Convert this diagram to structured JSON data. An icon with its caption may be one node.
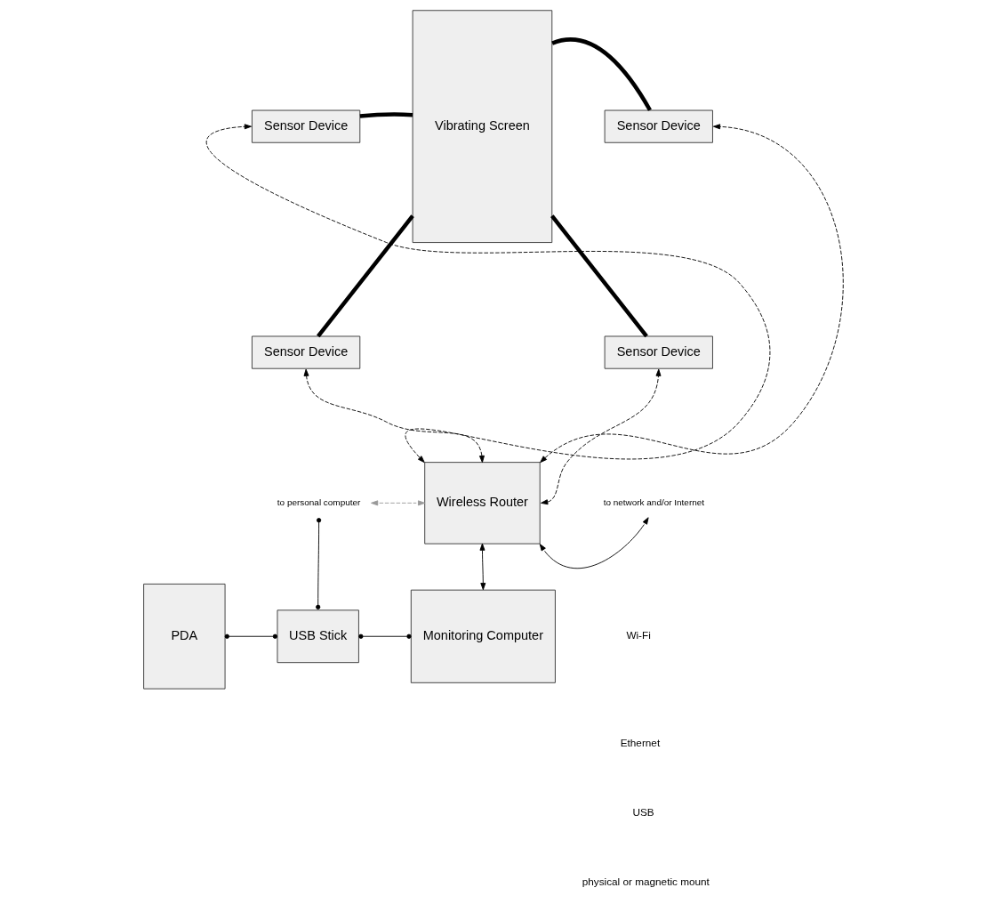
{
  "diagram": {
    "nodes": [
      {
        "text": [
          "Vibrating Screen"
        ]
      },
      {
        "text": [
          "Sensor Device"
        ]
      },
      {
        "text": [
          "Sensor Device"
        ]
      },
      {
        "text": [
          "Sensor Device"
        ]
      },
      {
        "text": [
          "Sensor Device"
        ]
      },
      {
        "text": [
          "Wireless Router"
        ]
      },
      {
        "text": [
          "to personal computer"
        ]
      },
      {
        "text": [
          "to network and/or Internet"
        ]
      },
      {
        "text": [
          "Monitoring Computer"
        ]
      },
      {
        "text": [
          "PDA"
        ]
      },
      {
        "text": [
          "USB Stick"
        ]
      }
    ],
    "edges": [
      {
        "from": 1,
        "to": 0,
        "arrow": "none",
        "style": "thick"
      },
      {
        "from": 2,
        "to": 0,
        "arrow": "none",
        "style": "thick"
      },
      {
        "from": 3,
        "to": 0,
        "arrow": "none",
        "style": "thick"
      },
      {
        "from": 4,
        "to": 0,
        "arrow": "none",
        "style": "thick"
      },
      {
        "from": 5,
        "to": 1,
        "arrow": "both",
        "style": "dashed"
      },
      {
        "from": 5,
        "to": 2,
        "arrow": "both",
        "style": "dashed"
      },
      {
        "from": 5,
        "to": 3,
        "arrow": "both",
        "style": "dashed"
      },
      {
        "from": 5,
        "to": 4,
        "arrow": "both",
        "style": "dashed"
      },
      {
        "from": 6,
        "to": 5,
        "arrow": "both",
        "style": "dashed",
        "color": "#999999"
      },
      {
        "from": 5,
        "to": 7,
        "arrow": "both"
      },
      {
        "from": 5,
        "to": 8,
        "arrow": "both"
      },
      {
        "from": 6,
        "to": 10,
        "arrow": "other"
      },
      {
        "from": 9,
        "to": 10,
        "arrow": "other"
      },
      {
        "from": 10,
        "to": 8,
        "arrow": "other"
      }
    ],
    "legend": [
      {
        "text": "Wi-Fi"
      },
      {
        "text": "Ethernet"
      },
      {
        "text": "USB"
      },
      {
        "text": "physical or magnetic mount"
      }
    ]
  }
}
